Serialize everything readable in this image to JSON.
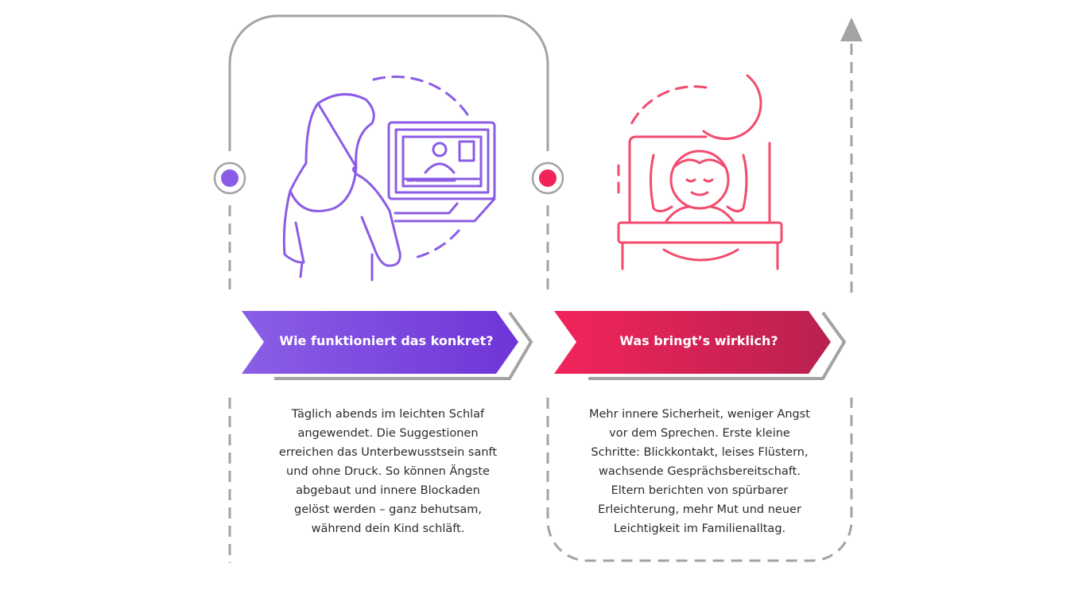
{
  "steps": [
    {
      "title": "Wie funktioniert das konkret?",
      "icon": "woman-watching-video-icon",
      "color": "#8b5ce6",
      "lines": [
        "Täglich abends im leichten Schlaf",
        "angewendet. Die Suggestionen",
        "erreichen das Unterbewusstsein sanft",
        "und ohne Druck. So können Ängste",
        "abgebaut und innere Blockaden",
        "gelöst werden – ganz behutsam,",
        "während dein Kind schläft."
      ]
    },
    {
      "title": "Was bringt’s wirklich?",
      "icon": "sleeping-child-moon-icon",
      "color": "#f0245a",
      "lines": [
        "Mehr innere Sicherheit, weniger Angst",
        "vor dem Sprechen. Erste kleine",
        "Schritte: Blickkontakt, leises Flüstern,",
        "wachsende Gesprächsbereitschaft.",
        "Eltern berichten von spürbarer",
        "Erleichterung, mehr Mut und neuer",
        "Leichtigkeit im Familienalltag."
      ]
    }
  ]
}
